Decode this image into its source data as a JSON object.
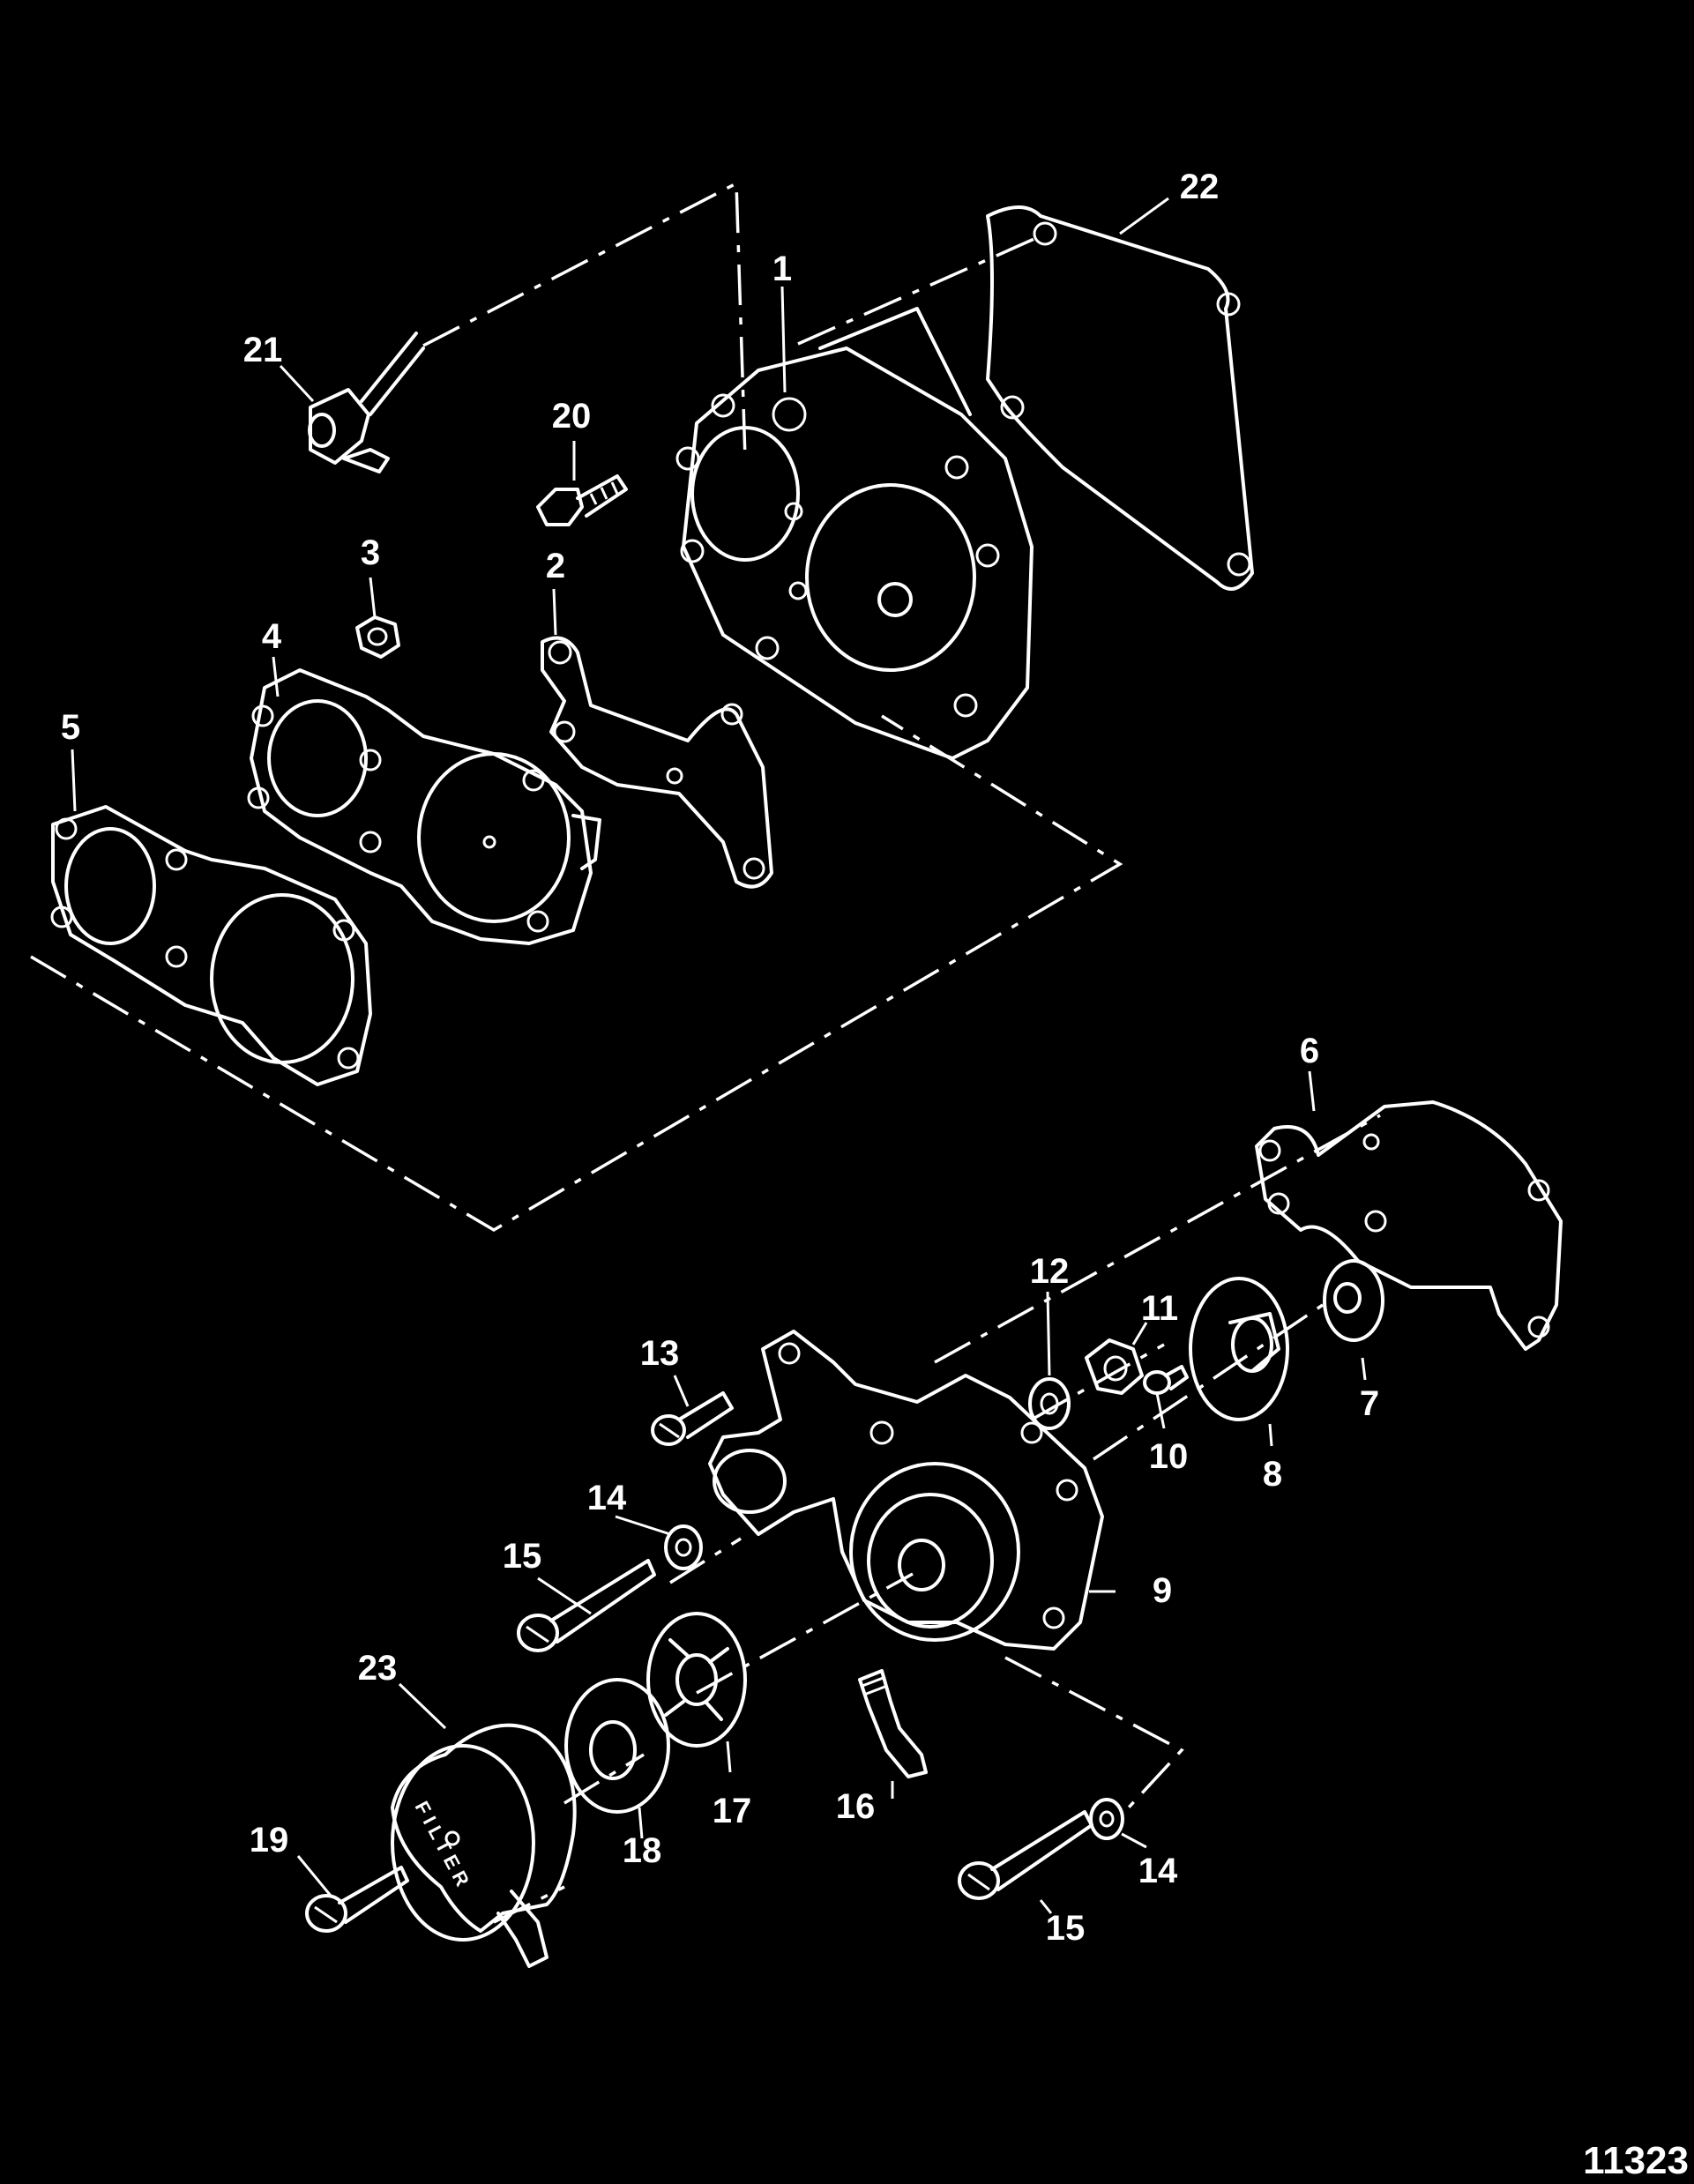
{
  "callouts": [
    {
      "id": "c1",
      "label": "1"
    },
    {
      "id": "c2",
      "label": "2"
    },
    {
      "id": "c3",
      "label": "3"
    },
    {
      "id": "c4",
      "label": "4"
    },
    {
      "id": "c5",
      "label": "5"
    },
    {
      "id": "c6",
      "label": "6"
    },
    {
      "id": "c7",
      "label": "7"
    },
    {
      "id": "c8",
      "label": "8"
    },
    {
      "id": "c9",
      "label": "9"
    },
    {
      "id": "c10",
      "label": "10"
    },
    {
      "id": "c11",
      "label": "11"
    },
    {
      "id": "c12",
      "label": "12"
    },
    {
      "id": "c13",
      "label": "13"
    },
    {
      "id": "c14a",
      "label": "14"
    },
    {
      "id": "c14b",
      "label": "14"
    },
    {
      "id": "c15a",
      "label": "15"
    },
    {
      "id": "c15b",
      "label": "15"
    },
    {
      "id": "c16",
      "label": "16"
    },
    {
      "id": "c17",
      "label": "17"
    },
    {
      "id": "c18",
      "label": "18"
    },
    {
      "id": "c19",
      "label": "19"
    },
    {
      "id": "c20",
      "label": "20"
    },
    {
      "id": "c21",
      "label": "21"
    },
    {
      "id": "c22",
      "label": "22"
    },
    {
      "id": "c23",
      "label": "23"
    }
  ],
  "filter_cover_text": "FILTER",
  "figure_id": "11323"
}
